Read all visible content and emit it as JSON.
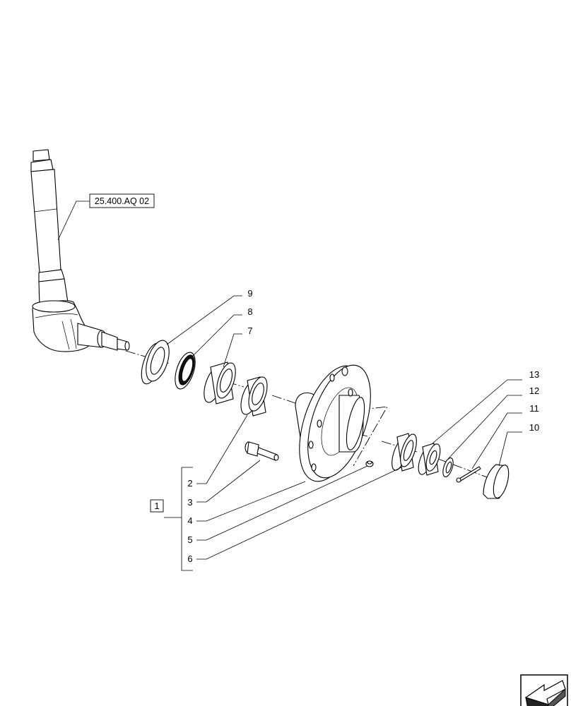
{
  "reference_box": {
    "label": "25.400.AQ 02"
  },
  "group": {
    "label": "1",
    "items": [
      "2",
      "3",
      "4",
      "5",
      "6"
    ]
  },
  "callouts": {
    "c7": "7",
    "c8": "8",
    "c9": "9",
    "c10": "10",
    "c11": "11",
    "c12": "12",
    "c13": "13"
  },
  "nav_icon": "arrow-icon"
}
